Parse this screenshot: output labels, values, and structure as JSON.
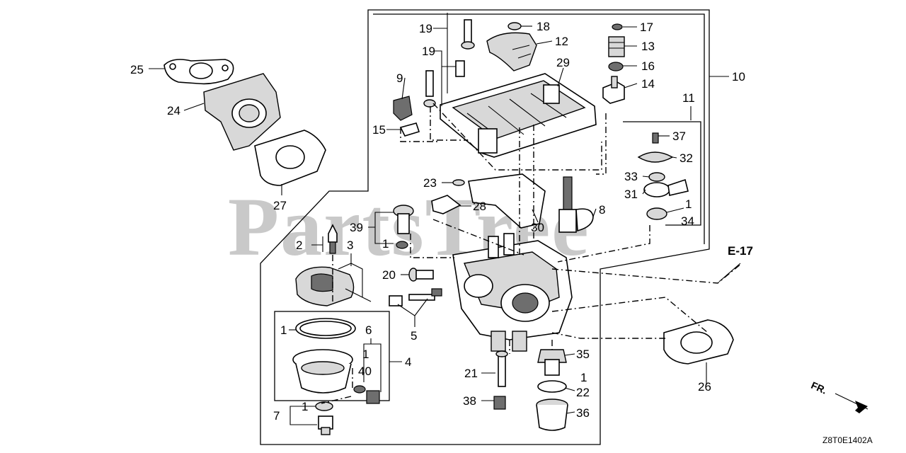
{
  "watermark": "PartsTree",
  "ref_label": "E-17",
  "direction_label": "FR.",
  "diagram_code": "Z8T0E1402A",
  "callouts": {
    "c1_a": "1",
    "c1_b": "1",
    "c1_c": "1",
    "c1_d": "1",
    "c1_e": "1",
    "c1_f": "1",
    "c2": "2",
    "c3": "3",
    "c4": "4",
    "c5": "5",
    "c6": "6",
    "c7": "7",
    "c8": "8",
    "c9": "9",
    "c10": "10",
    "c11": "11",
    "c12": "12",
    "c13": "13",
    "c14": "14",
    "c15": "15",
    "c16": "16",
    "c17": "17",
    "c18": "18",
    "c19_a": "19",
    "c19_b": "19",
    "c20": "20",
    "c21": "21",
    "c22": "22",
    "c23": "23",
    "c24": "24",
    "c25": "25",
    "c26": "26",
    "c27": "27",
    "c28": "28",
    "c29": "29",
    "c30": "30",
    "c31": "31",
    "c32": "32",
    "c33": "33",
    "c34": "34",
    "c35": "35",
    "c36": "36",
    "c37": "37",
    "c38": "38",
    "c39": "39",
    "c40": "40"
  }
}
